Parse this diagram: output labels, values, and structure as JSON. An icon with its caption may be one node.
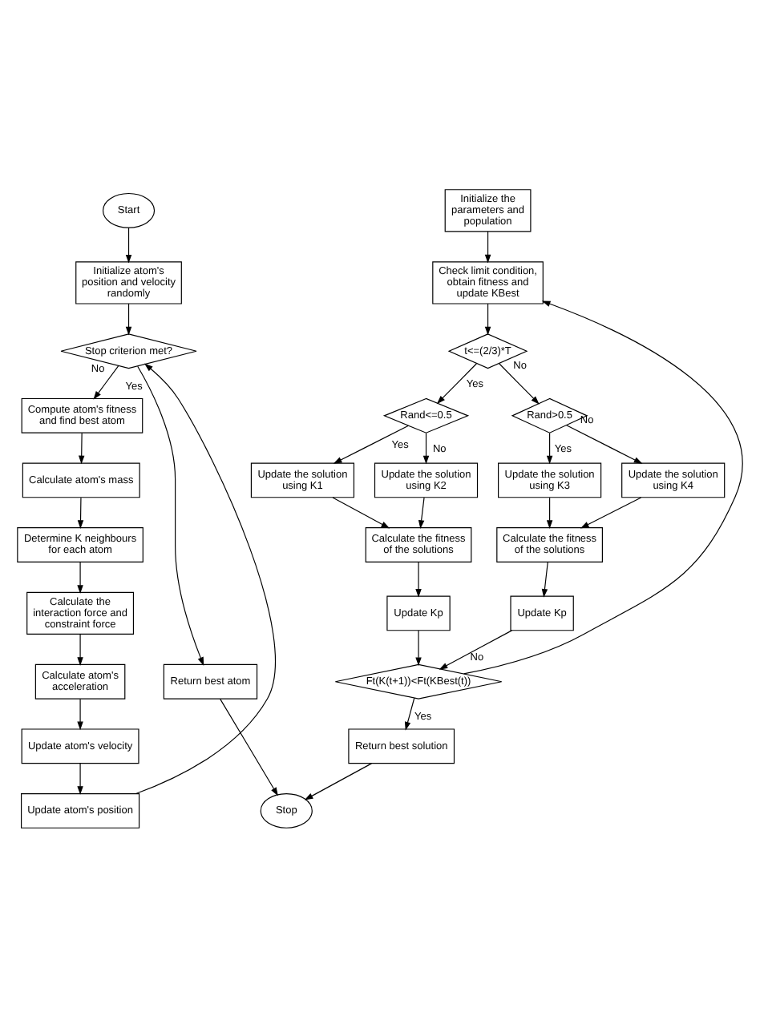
{
  "diagram": {
    "nodes": [
      {
        "text": [
          "Start"
        ]
      },
      {
        "text": [
          "Initialize atom's position and velocity randomly"
        ]
      },
      {
        "text": [
          "Stop criterion met?"
        ]
      },
      {
        "text": [
          "Compute atom's fitness and find best atom"
        ]
      },
      {
        "text": [
          "Calculate atom's mass"
        ]
      },
      {
        "text": [
          "Determine K neighbours for each atom"
        ]
      },
      {
        "text": [
          "Calculate the interaction force and constraint force"
        ]
      },
      {
        "text": [
          "Calculate atom's acceleration"
        ]
      },
      {
        "text": [
          "Update atom's velocity"
        ]
      },
      {
        "text": [
          "Update atom's position"
        ]
      },
      {
        "text": [
          "Return best atom"
        ]
      },
      {
        "text": [
          "Initialize the parameters and population"
        ]
      },
      {
        "text": [
          "Check limit condition, obtain fitness and update KBest"
        ]
      },
      {
        "text": [
          "t<=(2/3)*T"
        ]
      },
      {
        "text": [
          "Rand<=0.5"
        ]
      },
      {
        "text": [
          "Rand>0.5"
        ]
      },
      {
        "text": [
          "Update the solution using K1"
        ]
      },
      {
        "text": [
          "Update the solution using K2"
        ]
      },
      {
        "text": [
          "Update the solution using K3"
        ]
      },
      {
        "text": [
          "Update the solution using K4"
        ]
      },
      {
        "text": [
          "Calculate the fitness of the solutions"
        ]
      },
      {
        "text": [
          "Calculate the fitness of the solutions"
        ]
      },
      {
        "text": [
          "Update Kp"
        ]
      },
      {
        "text": [
          "Update Kp"
        ]
      },
      {
        "text": [
          "Ft(K(t+1))<Ft(KBest(t))"
        ]
      },
      {
        "text": [
          "Return best solution"
        ]
      },
      {
        "text": [
          "Stop"
        ]
      }
    ],
    "edges": [
      {
        "from": 0,
        "to": 1,
        "arrow": "to"
      },
      {
        "from": 1,
        "to": 2,
        "arrow": "to"
      },
      {
        "from": 2,
        "to": 3,
        "arrow": "to",
        "label": "No"
      },
      {
        "from": 2,
        "to": 10,
        "arrow": "to",
        "label": "Yes"
      },
      {
        "from": 3,
        "to": 4,
        "arrow": "to"
      },
      {
        "from": 4,
        "to": 5,
        "arrow": "to"
      },
      {
        "from": 5,
        "to": 6,
        "arrow": "to"
      },
      {
        "from": 6,
        "to": 7,
        "arrow": "to"
      },
      {
        "from": 7,
        "to": 8,
        "arrow": "to"
      },
      {
        "from": 8,
        "to": 9,
        "arrow": "to"
      },
      {
        "from": 9,
        "to": 2,
        "arrow": "to"
      },
      {
        "from": 10,
        "to": 26,
        "arrow": "to"
      },
      {
        "from": 11,
        "to": 12,
        "arrow": "to"
      },
      {
        "from": 12,
        "to": 13,
        "arrow": "to"
      },
      {
        "from": 13,
        "to": 14,
        "arrow": "to",
        "label": "Yes"
      },
      {
        "from": 13,
        "to": 15,
        "arrow": "to",
        "label": "No"
      },
      {
        "from": 14,
        "to": 16,
        "arrow": "to",
        "label": "Yes"
      },
      {
        "from": 14,
        "to": 17,
        "arrow": "to",
        "label": "No"
      },
      {
        "from": 15,
        "to": 18,
        "arrow": "to",
        "label": "Yes"
      },
      {
        "from": 15,
        "to": 19,
        "arrow": "to",
        "label": "No"
      },
      {
        "from": 16,
        "to": 20,
        "arrow": "to"
      },
      {
        "from": 17,
        "to": 20,
        "arrow": "to"
      },
      {
        "from": 18,
        "to": 21,
        "arrow": "to"
      },
      {
        "from": 19,
        "to": 21,
        "arrow": "to"
      },
      {
        "from": 20,
        "to": 22,
        "arrow": "to"
      },
      {
        "from": 21,
        "to": 23,
        "arrow": "to"
      },
      {
        "from": 22,
        "to": 24,
        "arrow": "to"
      },
      {
        "from": 23,
        "to": 24,
        "arrow": "to"
      },
      {
        "from": 24,
        "to": 12,
        "arrow": "to",
        "label": "No"
      },
      {
        "from": 24,
        "to": 25,
        "arrow": "to",
        "label": "Yes"
      },
      {
        "from": 25,
        "to": 26,
        "arrow": "to"
      }
    ]
  }
}
